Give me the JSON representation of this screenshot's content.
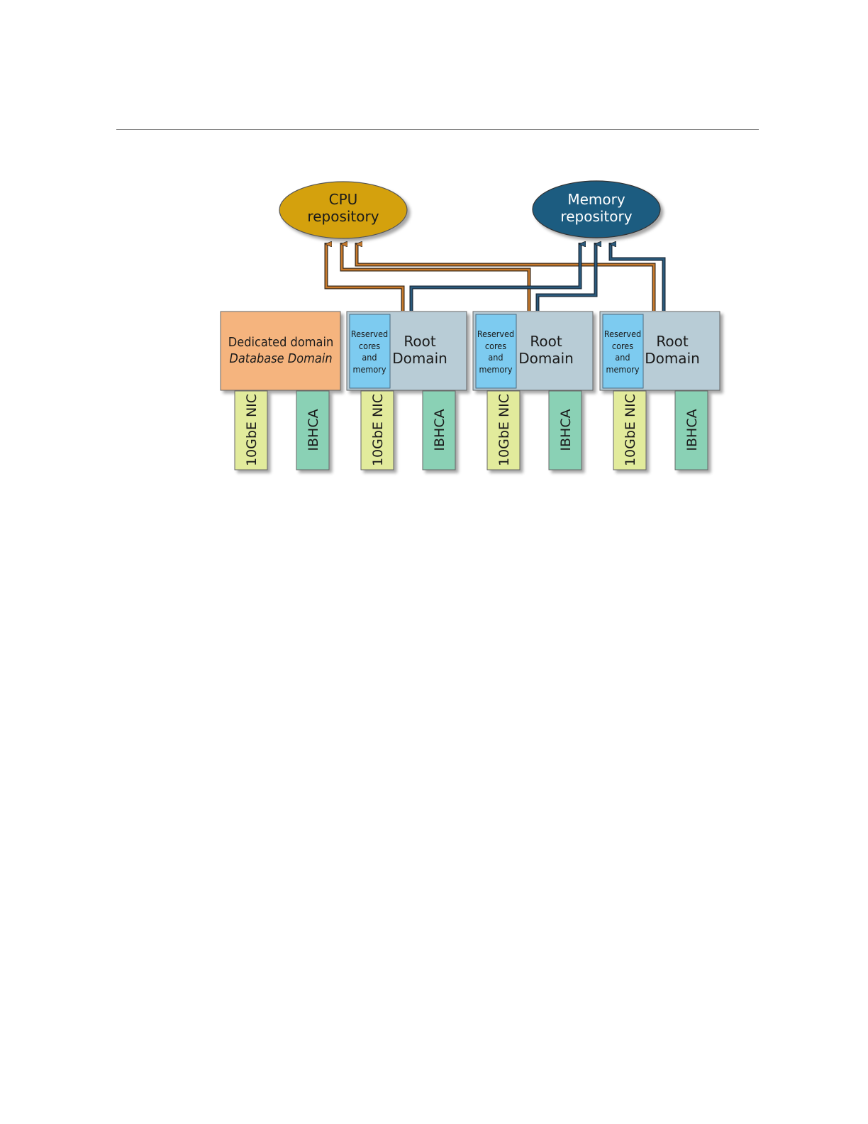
{
  "repositories": {
    "cpu": {
      "line1": "CPU",
      "line2": "repository"
    },
    "memory": {
      "line1": "Memory",
      "line2": "repository"
    }
  },
  "dedicated_domain": {
    "line1": "Dedicated domain",
    "line2": "Database Domain"
  },
  "root_domains": [
    {
      "reserved": [
        "Reserved",
        "cores",
        "and",
        "memory"
      ],
      "line1": "Root",
      "line2": "Domain"
    },
    {
      "reserved": [
        "Reserved",
        "cores",
        "and",
        "memory"
      ],
      "line1": "Root",
      "line2": "Domain"
    },
    {
      "reserved": [
        "Reserved",
        "cores",
        "and",
        "memory"
      ],
      "line1": "Root",
      "line2": "Domain"
    }
  ],
  "cards": {
    "nic": "10GbE NIC",
    "hca": "IBHCA"
  },
  "colors": {
    "cpu_repo": "#d4a10f",
    "memory_repo": "#1f5b80",
    "dedicated_domain": "#f5b47e",
    "root_domain": "#b8ccd6",
    "reserved": "#7dcbf0",
    "nic_card": "#e2eb9c",
    "hca_card": "#8ad1b5",
    "cpu_wire": "#c87a2c",
    "memory_wire": "#2b5a7c"
  }
}
